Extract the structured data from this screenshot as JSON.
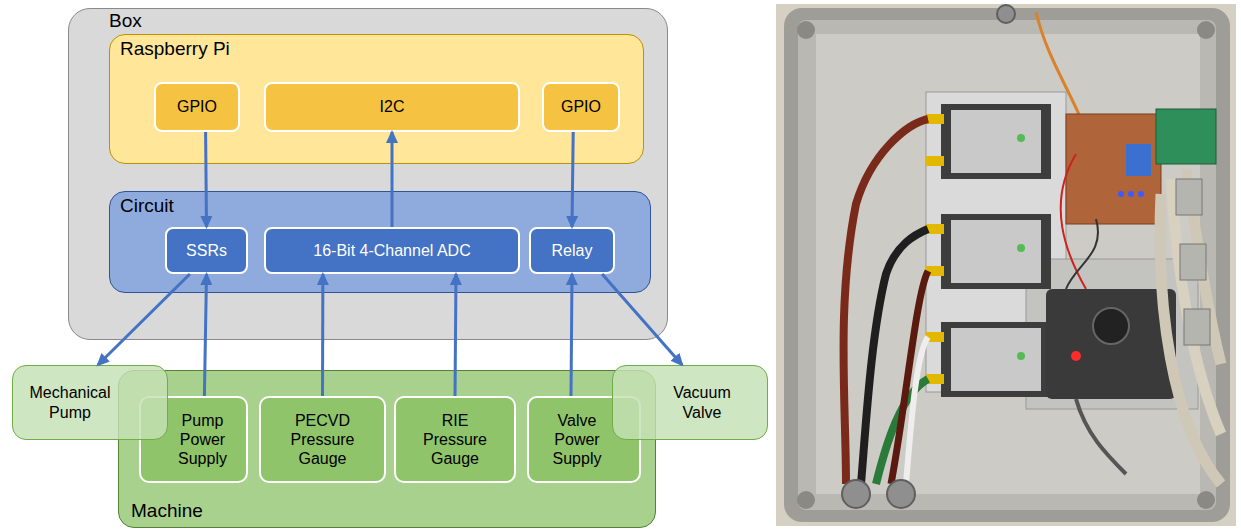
{
  "diagram": {
    "nodes": [
      {
        "text": [
          "Box"
        ]
      },
      {
        "text": [
          "Raspberry Pi"
        ],
        "in": 0
      },
      {
        "text": [
          "GPIO"
        ],
        "in": 1
      },
      {
        "text": [
          "I2C"
        ],
        "in": 1
      },
      {
        "text": [
          "GPIO"
        ],
        "in": 1
      },
      {
        "text": [
          "Circuit"
        ],
        "in": 0
      },
      {
        "text": [
          "SSRs"
        ],
        "in": 5
      },
      {
        "text": [
          "16-Bit 4-Channel ADC"
        ],
        "in": 5
      },
      {
        "text": [
          "Relay"
        ],
        "in": 5
      },
      {
        "text": [
          "Mechanical Pump"
        ]
      },
      {
        "text": [
          "Machine"
        ]
      },
      {
        "text": [
          "Pump Power Supply"
        ],
        "in": 10
      },
      {
        "text": [
          "PECVD Pressure Gauge"
        ],
        "in": 10
      },
      {
        "text": [
          "RIE Pressure Gauge"
        ],
        "in": 10
      },
      {
        "text": [
          "Valve Power Supply"
        ],
        "in": 10
      },
      {
        "text": [
          "Vacuum Valve"
        ]
      }
    ],
    "edges": [
      {
        "from": 2,
        "to": 6,
        "arrow": "to"
      },
      {
        "from": 7,
        "to": 3,
        "arrow": "to"
      },
      {
        "from": 4,
        "to": 8,
        "arrow": "to"
      },
      {
        "from": 6,
        "to": 9,
        "arrow": "to"
      },
      {
        "from": 11,
        "to": 6,
        "arrow": "to"
      },
      {
        "from": 12,
        "to": 7,
        "arrow": "to"
      },
      {
        "from": 13,
        "to": 7,
        "arrow": "to"
      },
      {
        "from": 14,
        "to": 8,
        "arrow": "to"
      },
      {
        "from": 8,
        "to": 15,
        "arrow": "to"
      }
    ]
  }
}
